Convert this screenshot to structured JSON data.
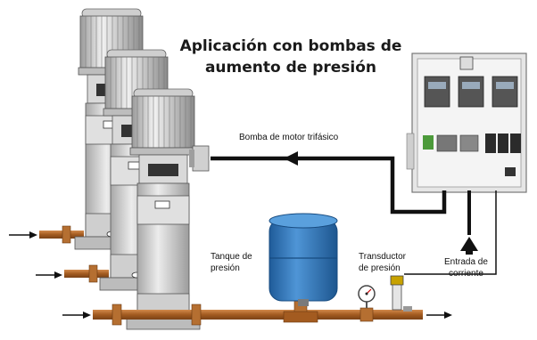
{
  "title": {
    "line1": "Aplicación con bombas de",
    "line2": "aumento de presión"
  },
  "labels": {
    "motor_pump": "Bomba de motor trifásico",
    "tank_line1": "Tanque de",
    "tank_line2": "presión",
    "transducer_line1": "Transductor",
    "transducer_line2": "de presión",
    "power_line1": "Entrada de",
    "power_line2": "corriente"
  },
  "colors": {
    "pipe": "#b0682a",
    "tank": "#2a6fb5",
    "cable": "#111111",
    "panel": "#e6e6e6",
    "pump_body": "#d6d6d6"
  }
}
